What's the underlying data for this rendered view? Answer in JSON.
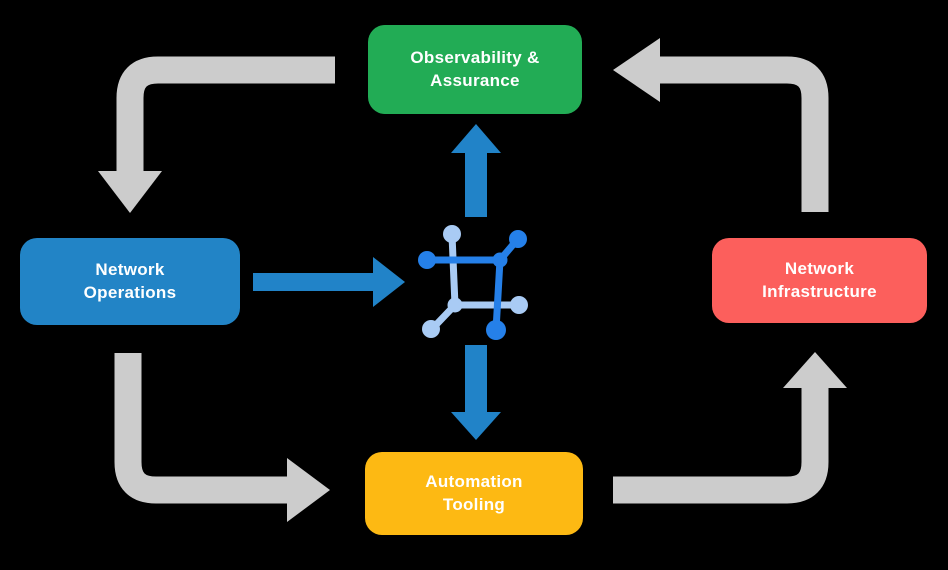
{
  "diagram": {
    "type": "cycle-flow-diagram",
    "background": "#000000",
    "nodes": [
      {
        "id": "observability-assurance",
        "lines": [
          "Observability &",
          "Assurance"
        ],
        "color": "#22AC55",
        "text_color": "#FFFFFF"
      },
      {
        "id": "network-operations",
        "lines": [
          "Network",
          "Operations"
        ],
        "color": "#2284C6",
        "text_color": "#FFFFFF"
      },
      {
        "id": "network-infrastructure",
        "lines": [
          "Network",
          "Infrastructure"
        ],
        "color": "#FC5F5C",
        "text_color": "#FFFFFF"
      },
      {
        "id": "automation-tooling",
        "lines": [
          "Automation",
          "Tooling"
        ],
        "color": "#FDB913",
        "text_color": "#FFFFFF"
      }
    ],
    "center_icon": {
      "name": "network-platform-icon",
      "primary_color": "#2580E9",
      "secondary_color": "#A9CBF4"
    },
    "edges": [
      {
        "from": "observability-assurance",
        "to": "network-operations",
        "style": "gray-corner-arrow"
      },
      {
        "from": "network-operations",
        "to": "automation-tooling",
        "style": "gray-corner-arrow"
      },
      {
        "from": "automation-tooling",
        "to": "network-infrastructure",
        "style": "gray-corner-arrow"
      },
      {
        "from": "network-infrastructure",
        "to": "observability-assurance",
        "style": "gray-corner-arrow"
      },
      {
        "from": "network-operations",
        "to": "network-platform-icon",
        "style": "blue-straight-arrow"
      },
      {
        "from": "network-platform-icon",
        "to": "observability-assurance",
        "style": "blue-straight-arrow"
      },
      {
        "from": "network-platform-icon",
        "to": "automation-tooling",
        "style": "blue-straight-arrow"
      }
    ],
    "colors": {
      "gray_arrow": "#CCCCCC",
      "blue_arrow": "#2183C8",
      "icon_primary": "#2580E9",
      "icon_secondary": "#A9CBF4",
      "text": "#FFFFFF"
    }
  }
}
